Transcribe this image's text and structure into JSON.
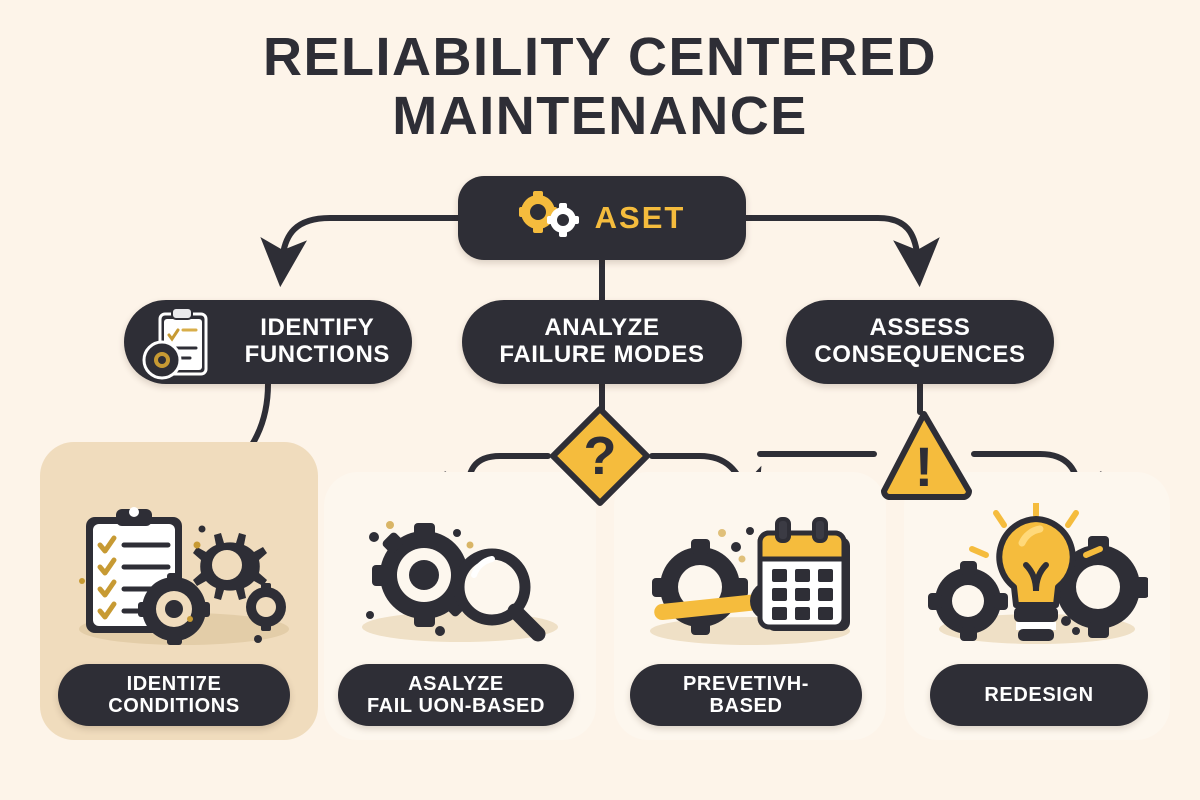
{
  "page": {
    "title_line1": "RELIABILITY CENTERED",
    "title_line2": "MAINTENANCE",
    "background_color": "#fdf4e9",
    "node_color": "#2e2e36",
    "accent_color": "#f5bc3d",
    "panel_highlight_color": "#f0dcbd",
    "panel_color": "#fdf7ee"
  },
  "root_node": {
    "label": "ASET",
    "icon": "gears-icon"
  },
  "mid_nodes": [
    {
      "label": "IDENTIFY\nFUNCTIONS",
      "icon": "clipboard-gear-icon"
    },
    {
      "label": "ANALYZE\nFAILURE MODES",
      "icon": ""
    },
    {
      "label": "ASSESS\nCONSEQUENCES",
      "icon": ""
    }
  ],
  "decision_markers": [
    {
      "shape": "diamond",
      "glyph": "?",
      "name": "question-diamond"
    },
    {
      "shape": "triangle",
      "glyph": "!",
      "name": "warning-triangle"
    }
  ],
  "bottom_panels": [
    {
      "label": "IDENTI7E\nCONDITIONS",
      "icon": "clipboard-checklist-gears-icon"
    },
    {
      "label": "ASALYZE\nFAIL UON-BASED",
      "icon": "gear-magnifier-icon"
    },
    {
      "label": "PREVETIVH-\nBASED",
      "icon": "gear-wrench-calendar-icon"
    },
    {
      "label": "REDESIGN",
      "icon": "lightbulb-gears-icon"
    }
  ]
}
